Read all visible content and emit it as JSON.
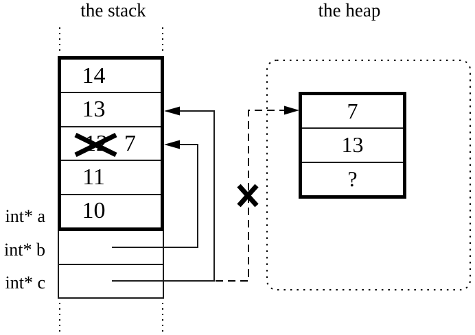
{
  "titles": {
    "stack": "the stack",
    "heap": "the heap"
  },
  "stack": {
    "frame_cells": [
      {
        "value": "14"
      },
      {
        "value": "13"
      },
      {
        "value": "12",
        "crossed_out": true,
        "replacement": "7"
      },
      {
        "value": "11"
      },
      {
        "value": "10"
      }
    ],
    "pointer_labels": [
      {
        "label": "int* a"
      },
      {
        "label": "int* b"
      },
      {
        "label": "int* c"
      }
    ]
  },
  "heap": {
    "cells": [
      {
        "value": "7"
      },
      {
        "value": "13"
      },
      {
        "value": "?"
      }
    ]
  },
  "colors": {
    "line": "#000000",
    "background": "#ffffff"
  }
}
